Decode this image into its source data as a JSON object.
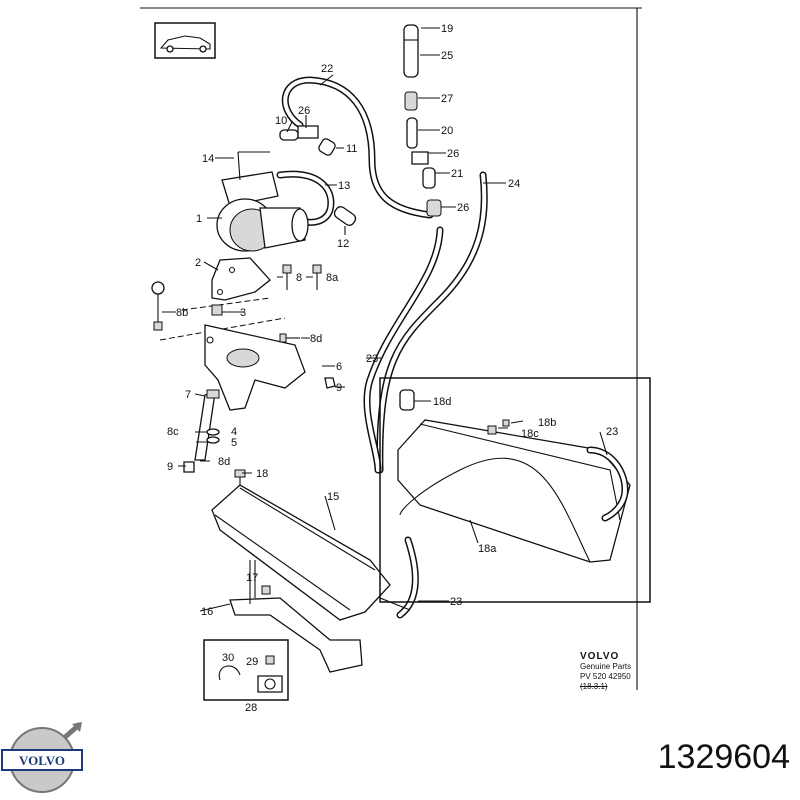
{
  "callouts": {
    "c1": "1",
    "c2": "2",
    "c3": "3",
    "c4": "4",
    "c5": "5",
    "c6": "6",
    "c7": "7",
    "c8": "8",
    "c8a": "8a",
    "c8b": "8b",
    "c8c": "8c",
    "c8d_a": "8d",
    "c8d_b": "8d",
    "c9_a": "9",
    "c9_b": "9",
    "c10": "10",
    "c11": "11",
    "c12": "12",
    "c13": "13",
    "c14": "14",
    "c15": "15",
    "c16": "16",
    "c17": "17",
    "c18": "18",
    "c18a": "18a",
    "c18b": "18b",
    "c18c": "18c",
    "c18d": "18d",
    "c19": "19",
    "c20": "20",
    "c21": "21",
    "c22": "22",
    "c23_a": "23",
    "c23_b": "23",
    "c23_c": "23",
    "c24": "24",
    "c25": "25",
    "c26_a": "26",
    "c26_b": "26",
    "c26_c": "26",
    "c27": "27",
    "c28": "28",
    "c29": "29",
    "c30": "30"
  },
  "brand_block": {
    "brand": "VOLVO",
    "line1": "Genuine Parts",
    "line2": "PV 520  42950",
    "line3": "(18.3.1)"
  },
  "logo": {
    "brand": "VOLVO",
    "icon": "volvo-logo-icon"
  },
  "part_number": "1329604"
}
